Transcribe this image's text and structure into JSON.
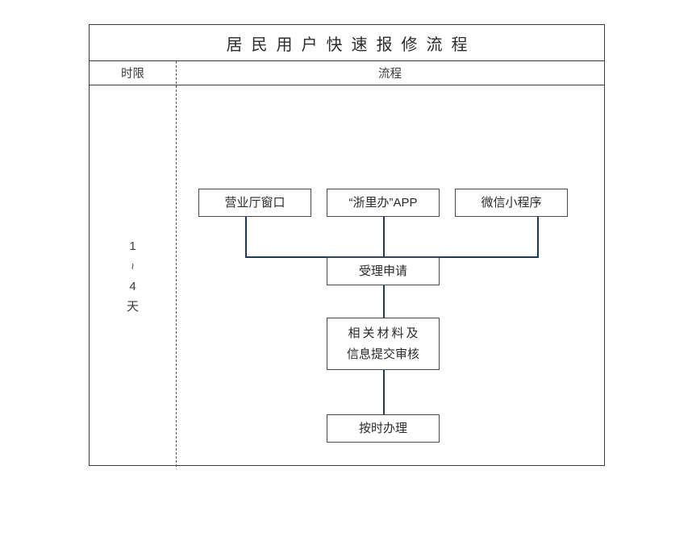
{
  "document": {
    "title": "居民用户快速报修流程"
  },
  "table": {
    "headers": {
      "duration": "时限",
      "flow": "流程"
    }
  },
  "duration_column": {
    "glyphs": [
      "1",
      "~",
      "4",
      "天"
    ],
    "plain": "1~4天"
  },
  "flow": {
    "channels": [
      {
        "id": "hall",
        "label": "营业厅窗口"
      },
      {
        "id": "app",
        "label": "“浙里办”APP"
      },
      {
        "id": "wechat",
        "label": "微信小程序"
      }
    ],
    "steps": [
      {
        "id": "accept",
        "label": "受理申请"
      },
      {
        "id": "materials",
        "line1": "相关材料及",
        "line2": "信息提交审核"
      },
      {
        "id": "handle",
        "label": "按时办理"
      }
    ]
  },
  "colors": {
    "connector": "#1b3a5c",
    "border": "#3a3a3a",
    "node_border": "#4a4a4a",
    "text": "#2b2b2b",
    "background": "#ffffff"
  }
}
